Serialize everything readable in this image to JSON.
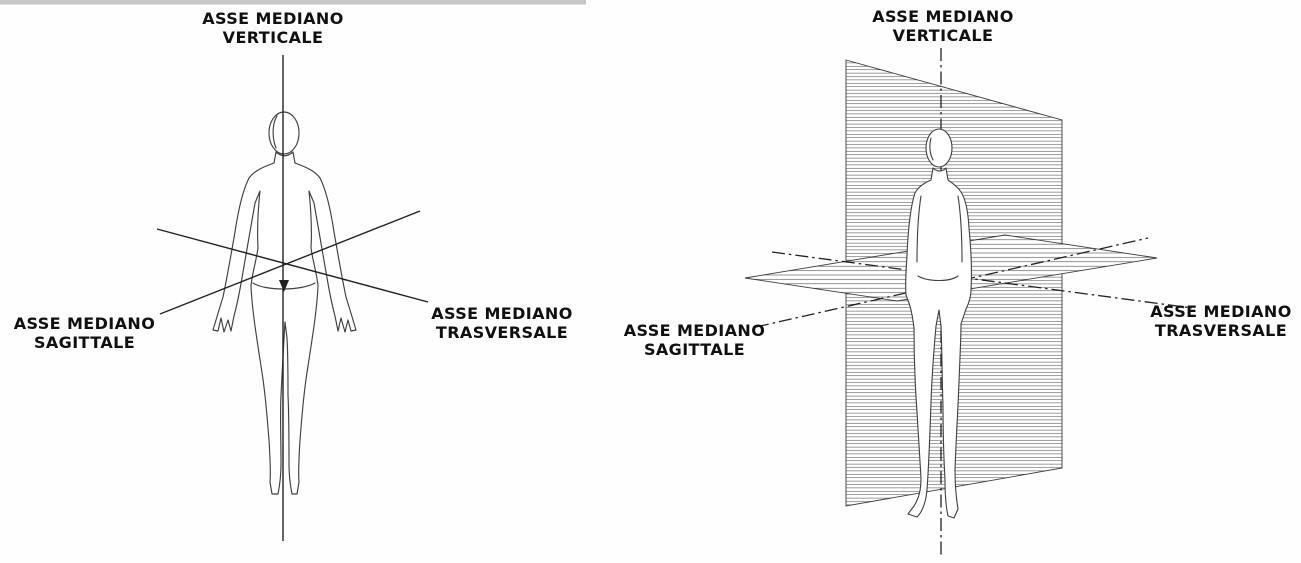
{
  "document": {
    "type": "anatomy-axes-diagram",
    "language": "it"
  },
  "colors": {
    "background": "#fefefe",
    "ink": "#101010",
    "figure_outline": "#3f3f3f",
    "axis_line": "#222222",
    "hatch_line": "#4a4a4a",
    "scan_streak": "#8f8f8f"
  },
  "left": {
    "view": "front-view-figure-with-axis-lines",
    "vertical": {
      "line1": "ASSE MEDIANO",
      "line2": "VERTICALE"
    },
    "sagittal": {
      "line1": "ASSE MEDIANO",
      "line2": "SAGITTALE"
    },
    "transverse": {
      "line1": "ASSE MEDIANO",
      "line2": "TRASVERSALE"
    }
  },
  "right": {
    "view": "perspective-figure-with-hatched-planes",
    "vertical": {
      "line1": "ASSE MEDIANO",
      "line2": "VERTICALE"
    },
    "sagittal": {
      "line1": "ASSE MEDIANO",
      "line2": "SAGITTALE"
    },
    "transverse": {
      "line1": "ASSE MEDIANO",
      "line2": "TRASVERSALE"
    }
  }
}
